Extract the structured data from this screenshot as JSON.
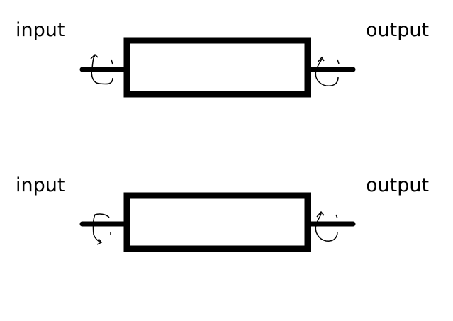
{
  "diagrams": [
    {
      "input_label": "input",
      "output_label": "output",
      "input_rotation": "counterclockwise",
      "output_rotation": "counterclockwise"
    },
    {
      "input_label": "input",
      "output_label": "output",
      "input_rotation": "clockwise",
      "output_rotation": "counterclockwise"
    }
  ],
  "colors": {
    "stroke": "#000000",
    "background": "#ffffff"
  }
}
